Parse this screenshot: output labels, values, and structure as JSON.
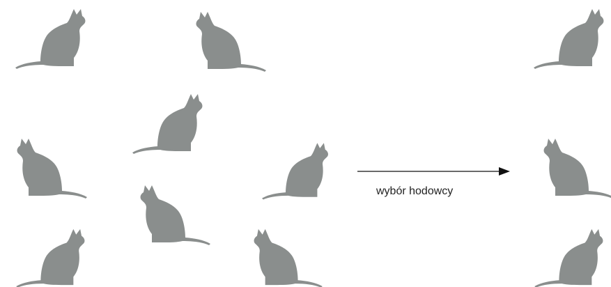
{
  "colors": {
    "cat": "#8a8e8d",
    "arrow": "#111111",
    "background": "#ffffff"
  },
  "arrow": {
    "label": "wybór hodowcy"
  },
  "icons": {
    "cat": "sitting-cat-silhouette",
    "arrow": "arrow-right"
  }
}
